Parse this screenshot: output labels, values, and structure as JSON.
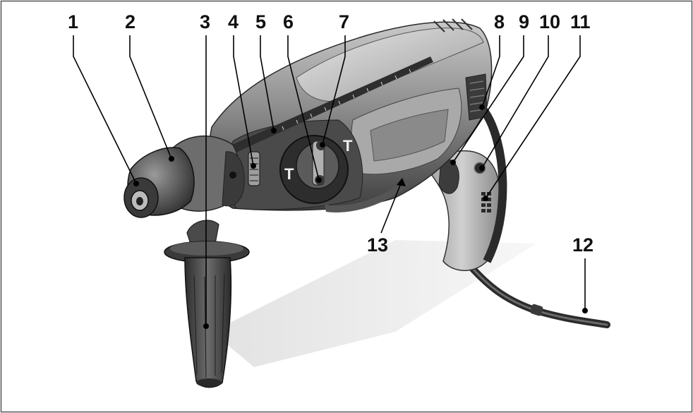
{
  "callouts": {
    "c1": "1",
    "c2": "2",
    "c3": "3",
    "c4": "4",
    "c5": "5",
    "c6": "6",
    "c7": "7",
    "c8": "8",
    "c9": "9",
    "c10": "10",
    "c11": "11",
    "c12": "12",
    "c13": "13"
  },
  "dial_marks": {
    "left": "T",
    "right": "T"
  },
  "colors": {
    "frame": "#555555",
    "body_dark": "#3a3a3a",
    "body_mid": "#7a7a7a",
    "body_light": "#b8b8b8",
    "shadow": "#d6d6d6"
  },
  "icons": [
    "rotary-hammer-drill-illustration"
  ]
}
